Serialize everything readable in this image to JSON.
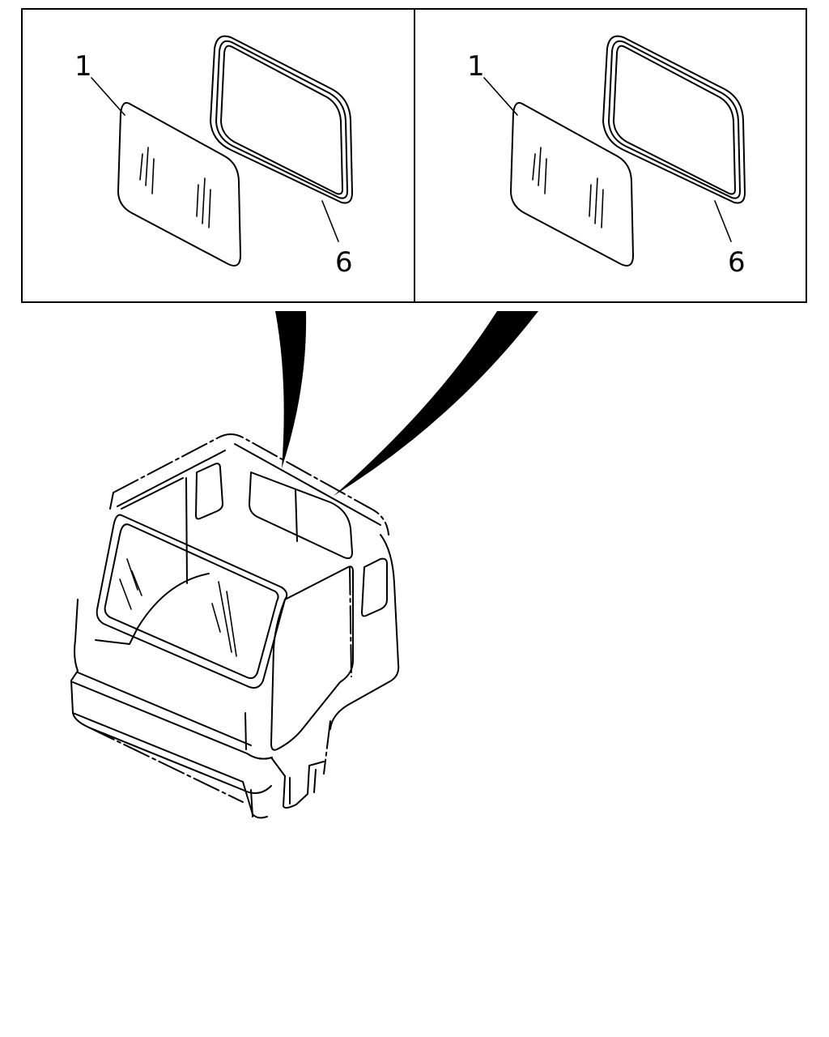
{
  "callouts": {
    "left_glass": "1",
    "left_seal": "6",
    "right_glass": "1",
    "right_seal": "6"
  },
  "colors": {
    "ink": "#000000",
    "paper": "#ffffff"
  }
}
